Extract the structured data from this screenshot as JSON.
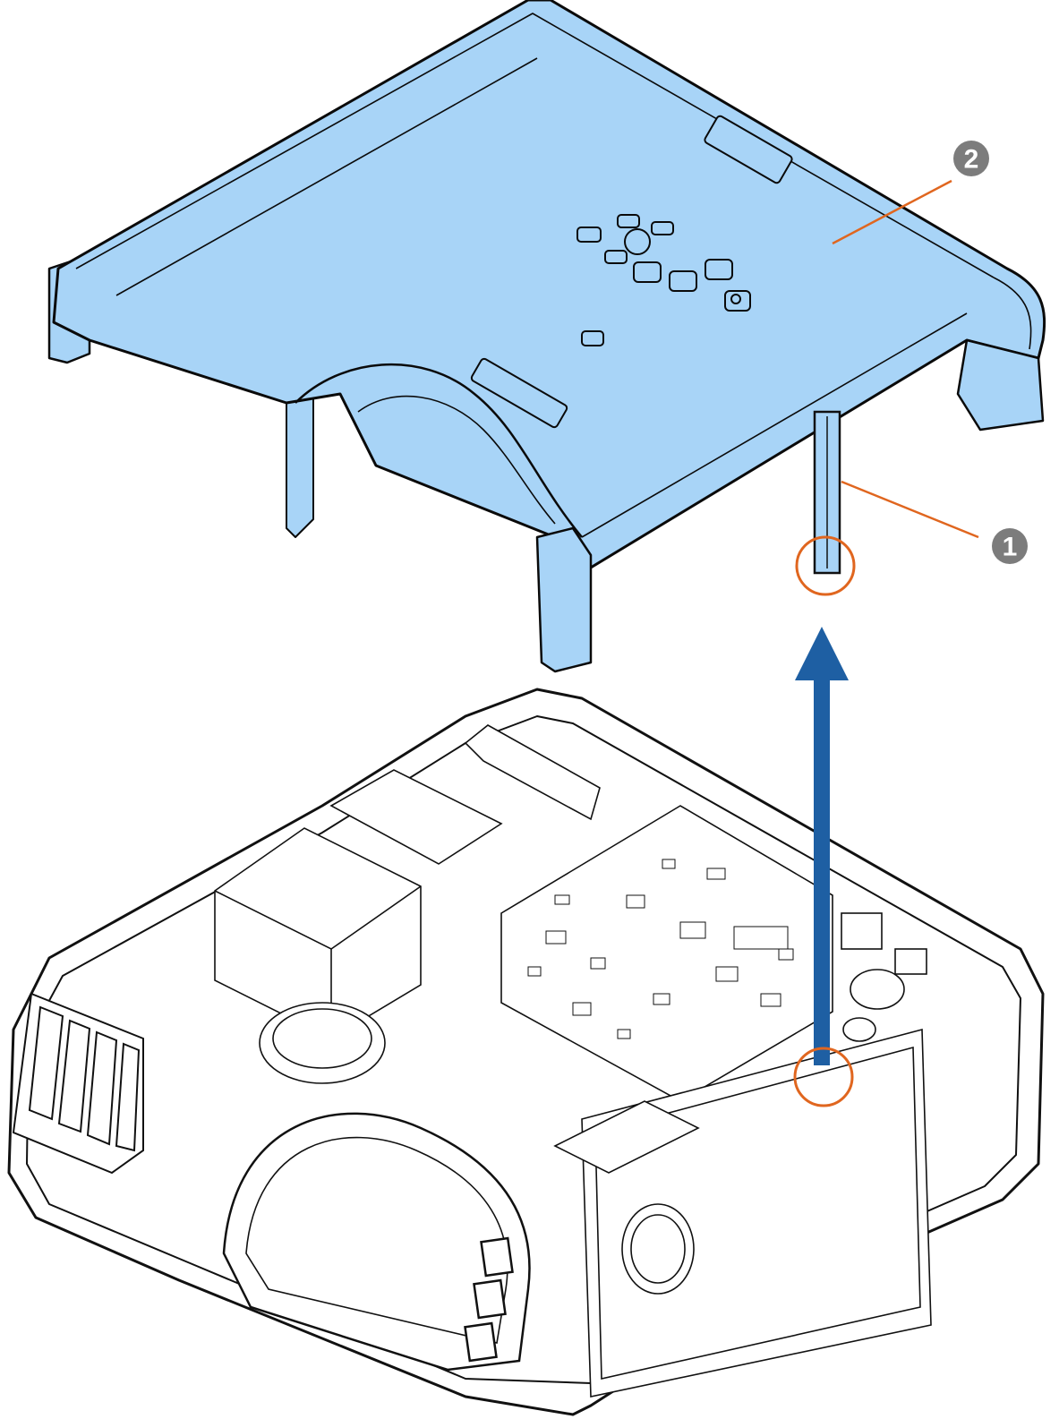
{
  "figure": {
    "description_id": "projector-top-cover-removal",
    "colors": {
      "cover_fill": "#a8d4f7",
      "cover_stroke": "#0a0a0a",
      "leader_line": "#e0661f",
      "highlight_circle": "#e0661f",
      "arrow": "#1e5fa3",
      "callout_badge": "#7c7c7c",
      "outline": "#111111"
    },
    "callouts": [
      {
        "number": "1",
        "target": "ribbon-cable"
      },
      {
        "number": "2",
        "target": "top-cover"
      }
    ],
    "arrow_direction": "up"
  }
}
